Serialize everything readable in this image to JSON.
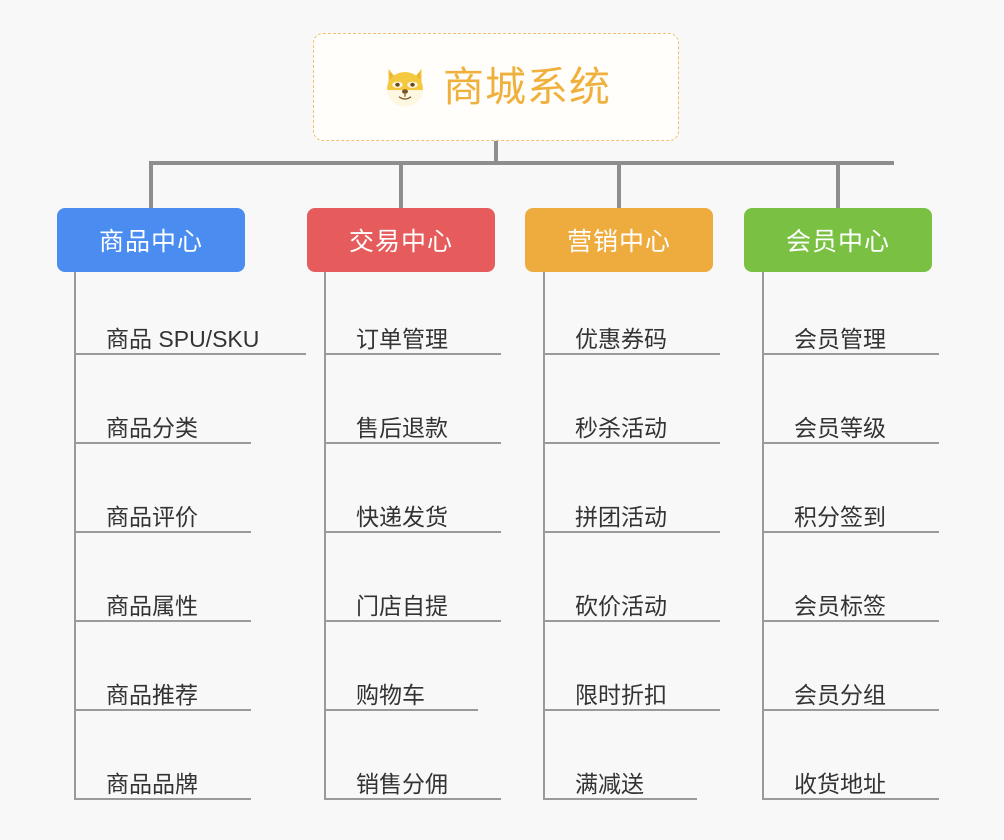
{
  "page": {
    "background_color": "#f8f8f8",
    "type": "mindmap-tree"
  },
  "root": {
    "title": "商城系统",
    "icon": "dog-face-icon",
    "text_color": "#f0b03c",
    "border_color": "#f0c070",
    "background": "#fffefb"
  },
  "branches": [
    {
      "title": "商品中心",
      "color": "#4a8cf0",
      "items": [
        "商品 SPU/SKU",
        "商品分类",
        "商品评价",
        "商品属性",
        "商品推荐",
        "商品品牌"
      ]
    },
    {
      "title": "交易中心",
      "color": "#e65c5c",
      "items": [
        "订单管理",
        "售后退款",
        "快递发货",
        "门店自提",
        "购物车",
        "销售分佣"
      ]
    },
    {
      "title": "营销中心",
      "color": "#eeab3e",
      "items": [
        "优惠券码",
        "秒杀活动",
        "拼团活动",
        "砍价活动",
        "限时折扣",
        "满减送"
      ]
    },
    {
      "title": "会员中心",
      "color": "#7ac143",
      "items": [
        "会员管理",
        "会员等级",
        "积分签到",
        "会员标签",
        "会员分组",
        "收货地址"
      ]
    }
  ],
  "connector": {
    "color": "#8e8e8e",
    "leaf_line_color": "#9a9a9a"
  }
}
